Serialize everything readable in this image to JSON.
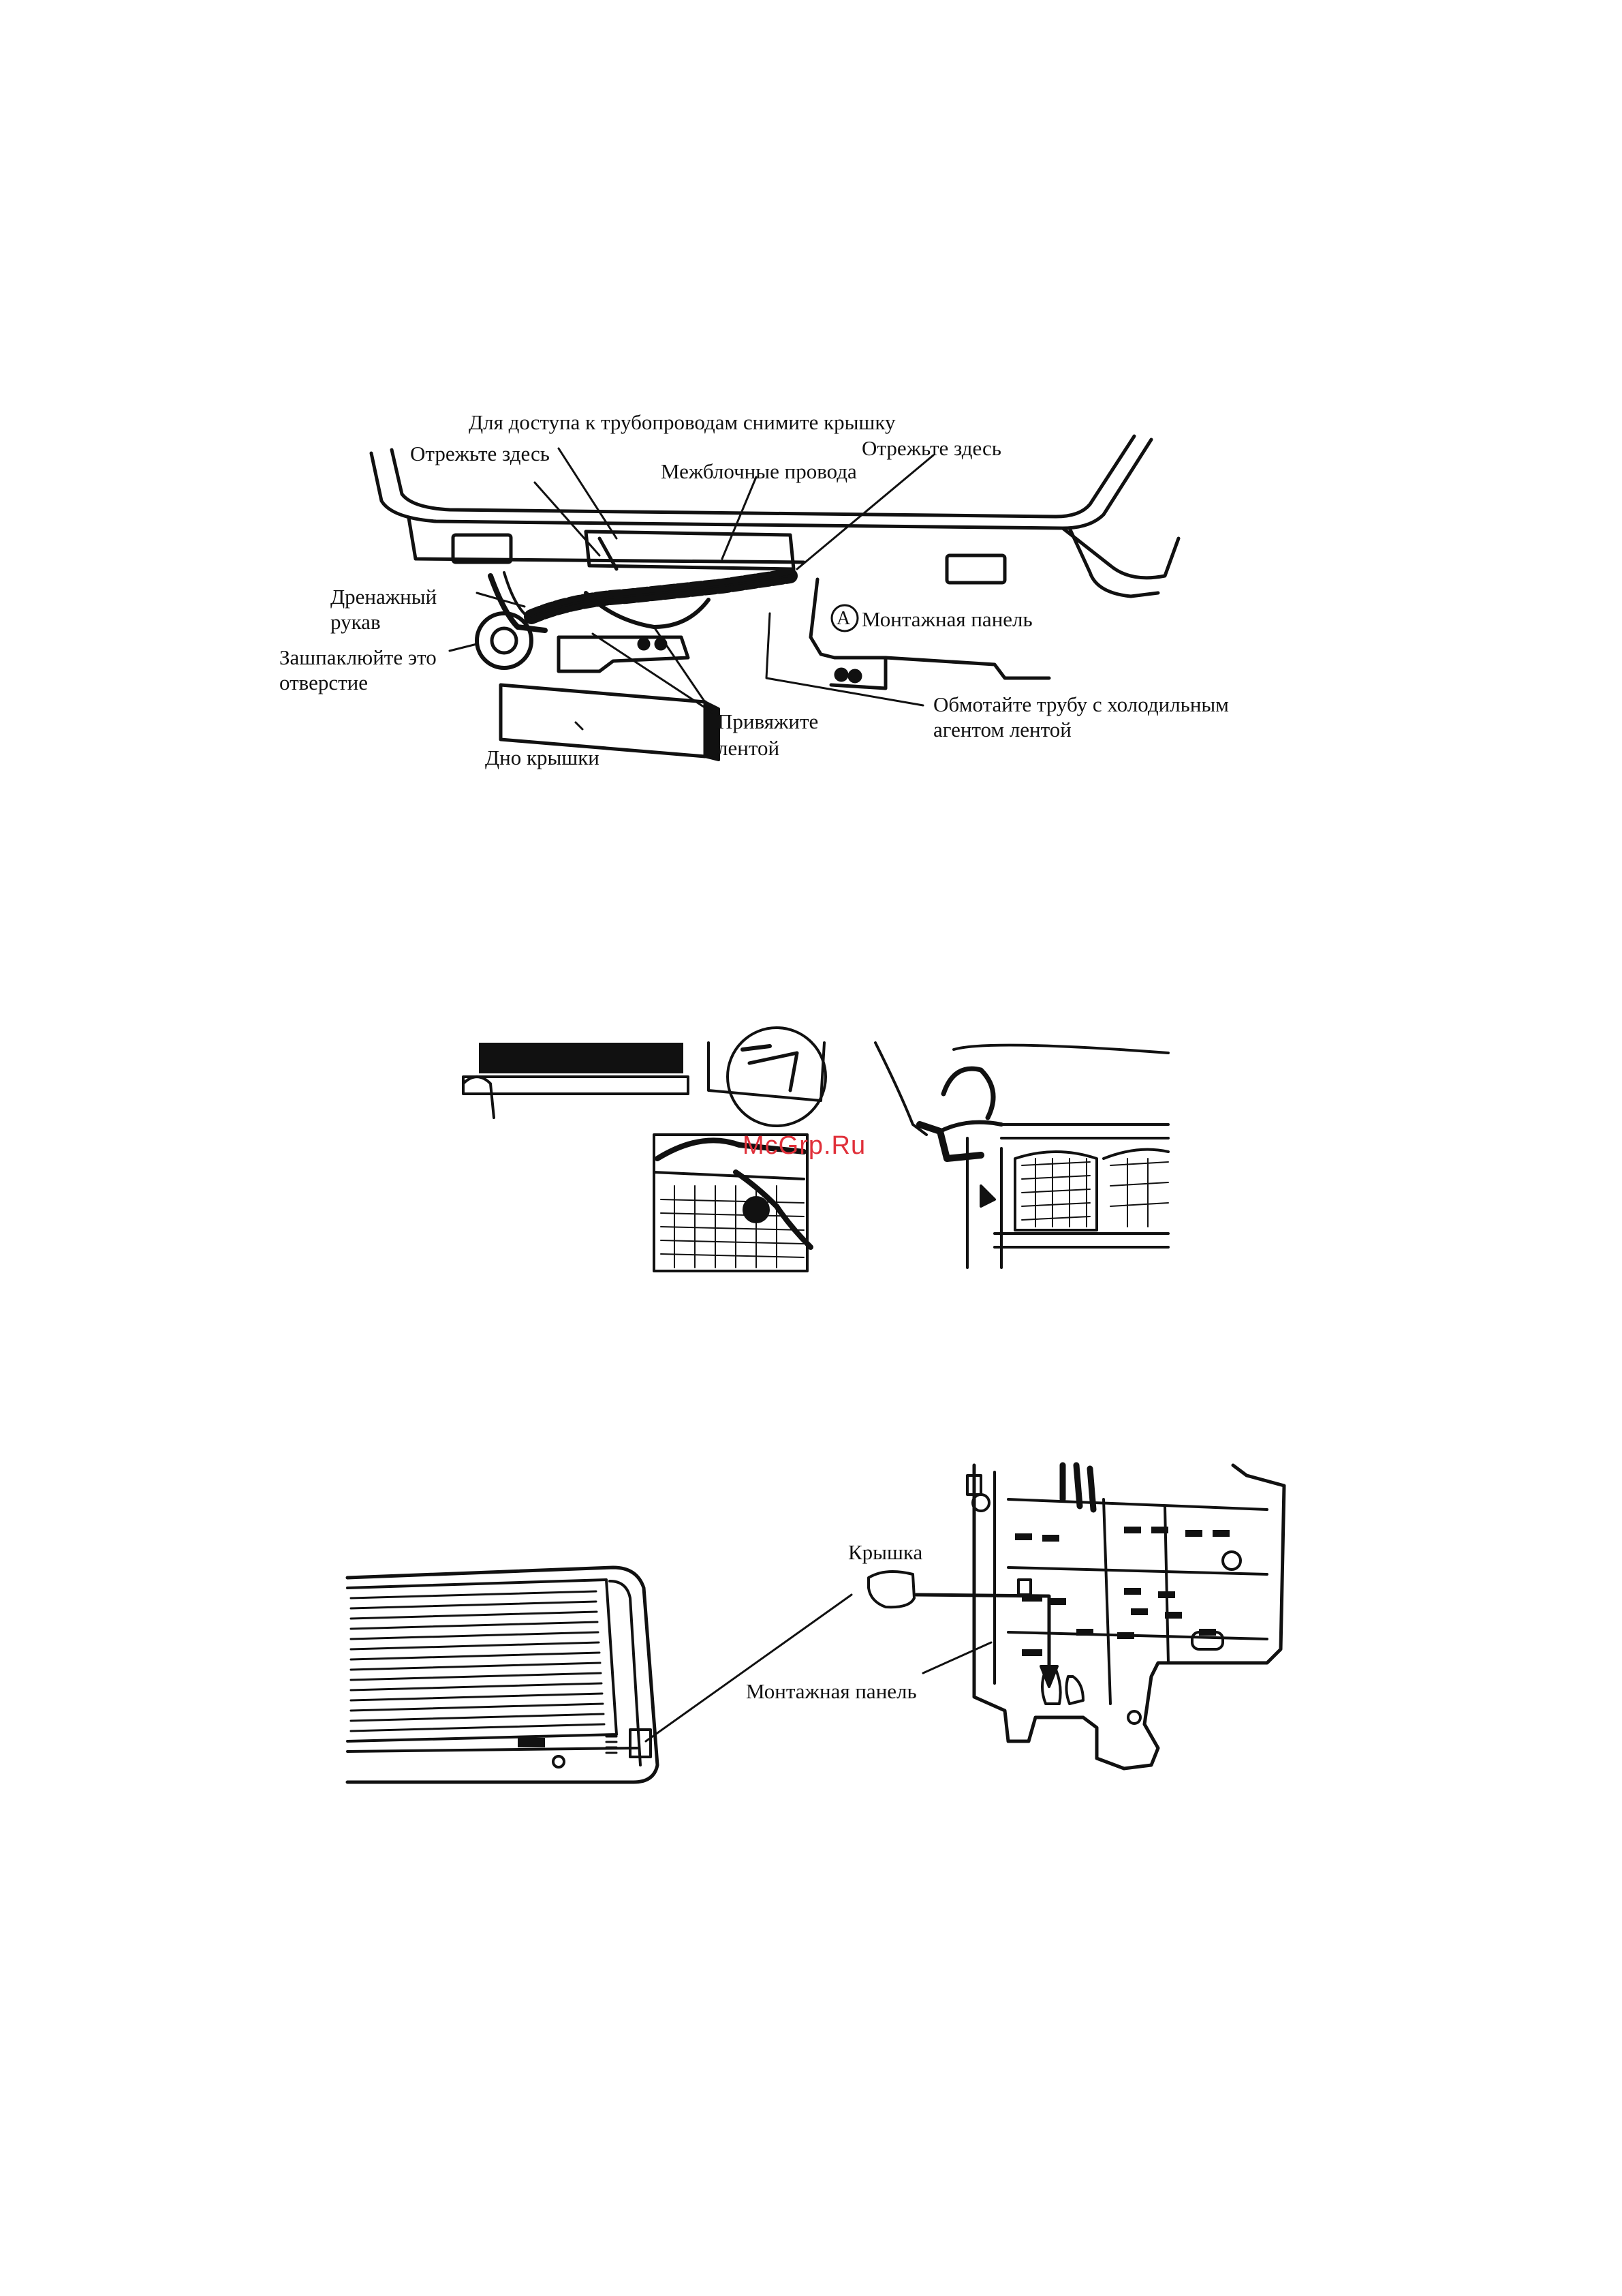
{
  "figure1": {
    "labels": {
      "remove_cover": "Для доступа к трубопроводам снимите крышку",
      "cut_here_left": "Отрежьте здесь",
      "cut_here_right": "Отрежьте здесь",
      "interconnect_wires": "Межблочные провода",
      "drain_hose_1": "Дренажный",
      "drain_hose_2": "рукав",
      "putty_hole_1": "Зашпаклюйте это",
      "putty_hole_2": "отверстие",
      "mounting_panel_marker": "A",
      "mounting_panel": "Монтажная панель",
      "tie_tape_1": "Привяжите",
      "tie_tape_2": "лентой",
      "cover_bottom": "Дно крышки",
      "wrap_pipe_1": "Обмотайте трубу с холодильным",
      "wrap_pipe_2": "агентом лентой"
    }
  },
  "figure2": {
    "watermark": "McGrp.Ru"
  },
  "figure3": {
    "labels": {
      "cover": "Крышка",
      "mounting_panel": "Монтажная панель"
    }
  }
}
